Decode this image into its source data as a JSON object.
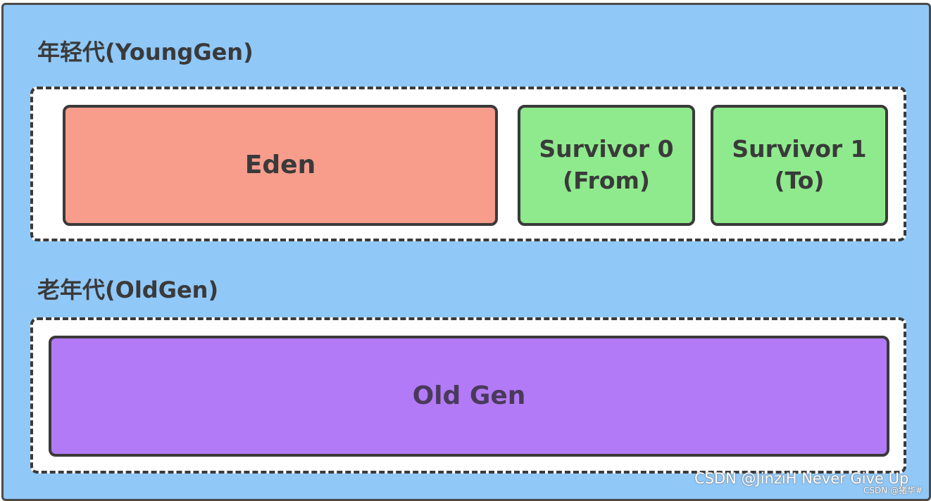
{
  "young_gen": {
    "title": "年轻代(YoungGen)",
    "eden": "Eden",
    "survivor0_line1": "Survivor 0",
    "survivor0_line2": "(From)",
    "survivor1_line1": "Survivor 1",
    "survivor1_line2": "(To)"
  },
  "old_gen": {
    "title": "老年代(OldGen)",
    "region": "Old Gen"
  },
  "watermark": {
    "main": "CSDN @JinziH Never Give Up",
    "sub": "CSDN @猪华#"
  },
  "colors": {
    "background": "#90c8f8",
    "eden": "#f89d8c",
    "survivor": "#8eea8c",
    "old_gen": "#b37af8"
  }
}
